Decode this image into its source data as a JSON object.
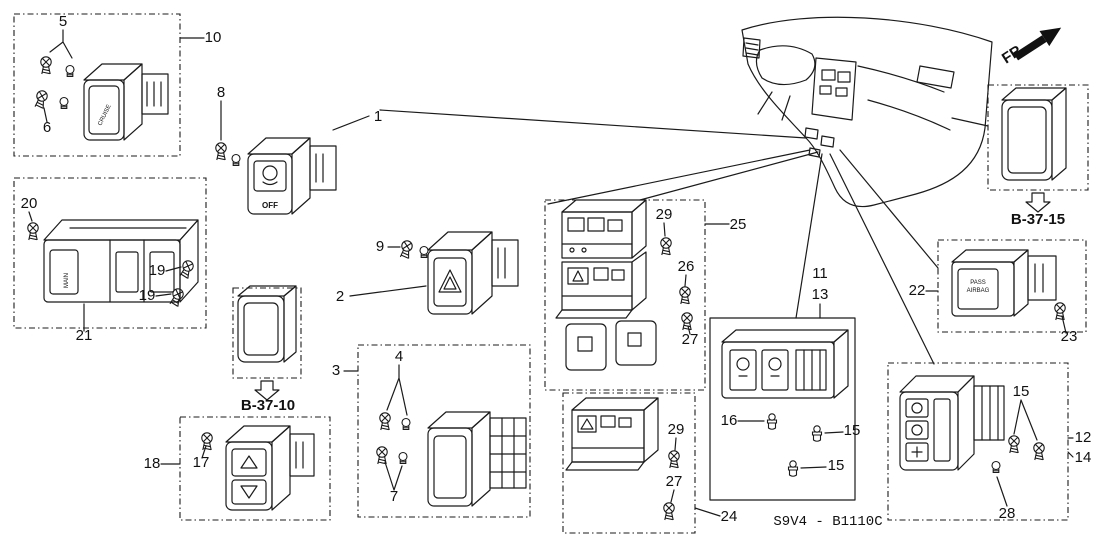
{
  "diagram": {
    "part_code": "S9V4 - B1110C",
    "direction_label": "FR.",
    "references": {
      "b37_10": "B-37-10",
      "b37_15": "B-37-15"
    },
    "callouts": {
      "n1": "1",
      "n2": "2",
      "n3": "3",
      "n4": "4",
      "n5": "5",
      "n6": "6",
      "n7": "7",
      "n8": "8",
      "n9": "9",
      "n10": "10",
      "n11": "11",
      "n12": "12",
      "n13": "13",
      "n14": "14",
      "n15a": "15",
      "n15b": "15",
      "n15c": "15",
      "n16": "16",
      "n17": "17",
      "n18": "18",
      "n19a": "19",
      "n19b": "19",
      "n20": "20",
      "n21": "21",
      "n22": "22",
      "n23": "23",
      "n24": "24",
      "n25": "25",
      "n26": "26",
      "n27a": "27",
      "n27b": "27",
      "n28": "28",
      "n29a": "29",
      "n29b": "29"
    },
    "switch_labels": {
      "cruise": "CRUISE",
      "off": "OFF",
      "main": "MAIN",
      "pass": "PASS",
      "airbag": "AIRBAG"
    }
  }
}
